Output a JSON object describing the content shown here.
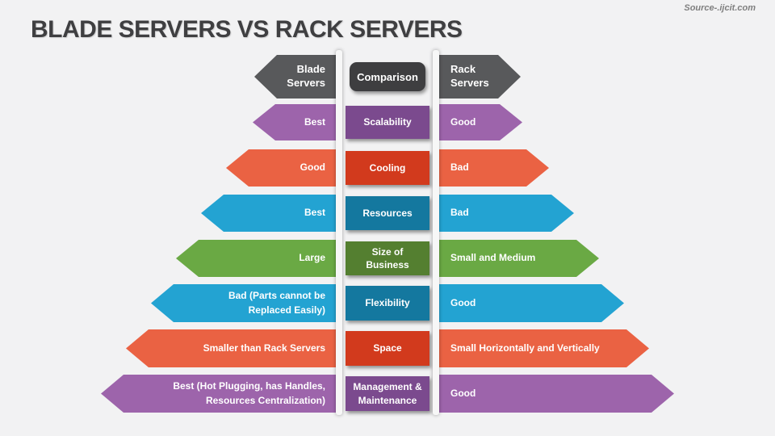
{
  "title": "BLADE SERVERS VS RACK SERVERS",
  "source": "Source-.ijcit.com",
  "header": {
    "blade": "Blade Servers",
    "comparison": "Comparison",
    "rack": "Rack Servers"
  },
  "rows": [
    {
      "category": "Scalability",
      "blade": "Best",
      "rack": "Good",
      "color": "purple"
    },
    {
      "category": "Cooling",
      "blade": "Good",
      "rack": "Bad",
      "color": "orange"
    },
    {
      "category": "Resources",
      "blade": "Best",
      "rack": "Bad",
      "color": "blue"
    },
    {
      "category": "Size of Business",
      "blade": "Large",
      "rack": "Small and Medium",
      "color": "green"
    },
    {
      "category": "Flexibility",
      "blade": "Bad (Parts cannot be Replaced Easily)",
      "rack": "Good",
      "color": "blue"
    },
    {
      "category": "Space",
      "blade": "Smaller than Rack Servers",
      "rack": "Small Horizontally and Vertically",
      "color": "orange"
    },
    {
      "category": "Management & Maintenance",
      "blade": "Best (Hot Plugging, has Handles, Resources Centralization)",
      "rack": "Good",
      "color": "purple"
    }
  ],
  "colors": {
    "background": "#f2f2f3",
    "gray": "#58595b",
    "gray_dark": "#3e3e40",
    "purple": "#9d64ab",
    "purple_dark": "#7b4a8e",
    "orange": "#ea6243",
    "orange_dark": "#d23a1d",
    "blue": "#23a3d2",
    "blue_dark": "#14789f",
    "green": "#6aa944",
    "green_dark": "#547f30"
  }
}
